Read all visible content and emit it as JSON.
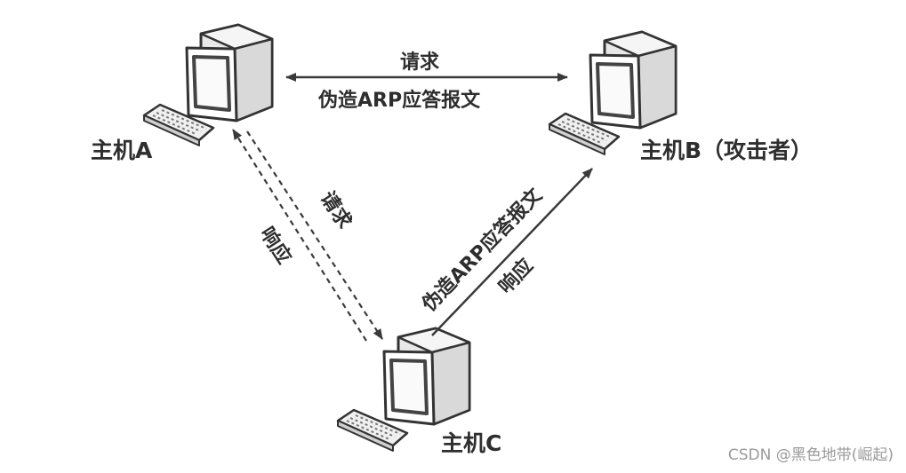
{
  "diagram": {
    "nodes": {
      "host_a": {
        "label": "主机A"
      },
      "host_b": {
        "label": "主机B（攻击者）"
      },
      "host_c": {
        "label": "主机C"
      }
    },
    "edges": {
      "a_to_b_request": {
        "label": "请求"
      },
      "b_to_a_forged": {
        "label": "伪造ARP应答报文"
      },
      "a_to_c_request": {
        "label": "请求"
      },
      "c_to_a_response": {
        "label": "响应"
      },
      "b_to_c_forged": {
        "label": "伪造ARP应答报文"
      },
      "c_to_b_response": {
        "label": "响应"
      }
    }
  },
  "watermark": "CSDN @黑色地带(崛起)"
}
